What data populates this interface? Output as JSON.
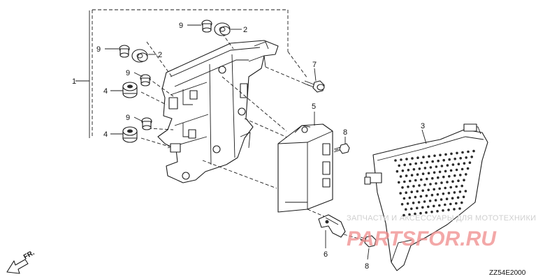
{
  "callouts": {
    "c1": "1",
    "c2a": "2",
    "c2b": "2",
    "c3": "3",
    "c4a": "4",
    "c4b": "4",
    "c5": "5",
    "c6": "6",
    "c7": "7",
    "c8a": "8",
    "c8b": "8",
    "c9a": "9",
    "c9b": "9",
    "c9c": "9",
    "c9d": "9"
  },
  "direction_label": "FR.",
  "diagram_code": "ZZ54E2000",
  "watermark": {
    "text": "ЗАПЧАСТИ И АКСЕССУАРЫ ДЛЯ МОТОТЕХНИКИ",
    "logo": "PARTSFOR.RU"
  },
  "colors": {
    "line": "#1a1a1a",
    "watermark_logo": "#ef8b8b",
    "watermark_text": "#cfcfcf"
  }
}
